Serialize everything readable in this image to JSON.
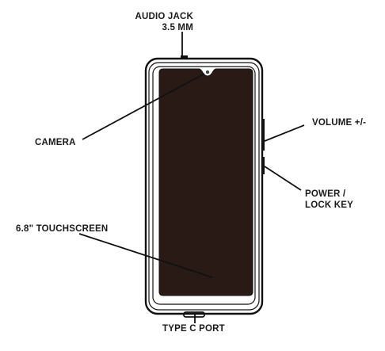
{
  "labels": {
    "audio_jack_line1": "AUDIO JACK",
    "audio_jack_line2": "3.5 MM",
    "camera": "CAMERA",
    "volume": "VOLUME +/-",
    "power_line1": "POWER /",
    "power_line2": "LOCK KEY",
    "touchscreen": "6.8\" TOUCHSCREEN",
    "type_c": "TYPE C PORT"
  },
  "colors": {
    "screen": "#2a1a15",
    "outline": "#111111",
    "background": "#ffffff"
  }
}
